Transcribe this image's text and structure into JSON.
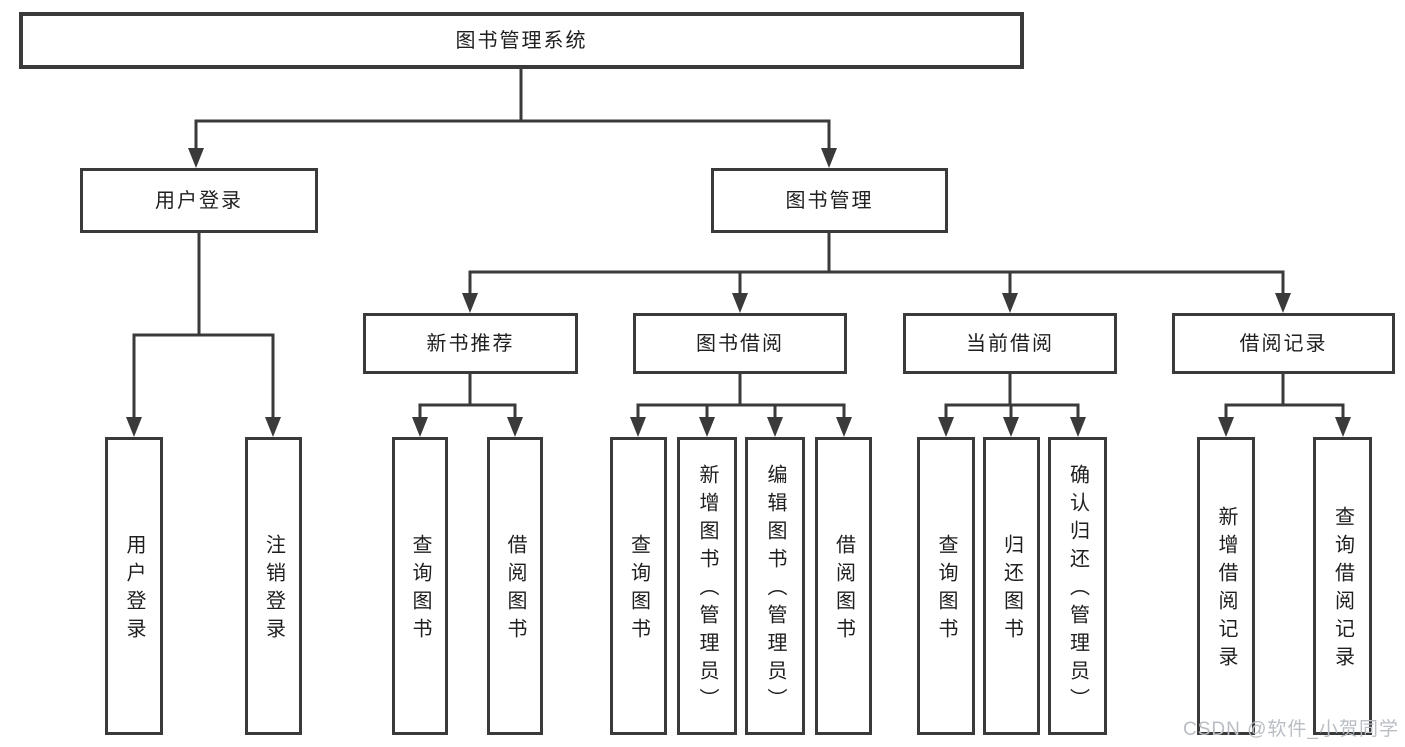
{
  "diagram": {
    "title": "图书管理系统",
    "tree": {
      "label": "图书管理系统",
      "children": [
        {
          "label": "用户登录",
          "children": [
            {
              "label": "用户登录"
            },
            {
              "label": "注销登录"
            }
          ]
        },
        {
          "label": "图书管理",
          "children": [
            {
              "label": "新书推荐",
              "children": [
                {
                  "label": "查询图书"
                },
                {
                  "label": "借阅图书"
                }
              ]
            },
            {
              "label": "图书借阅",
              "children": [
                {
                  "label": "查询图书"
                },
                {
                  "label": "新增图书（管理员）"
                },
                {
                  "label": "编辑图书（管理员）"
                },
                {
                  "label": "借阅图书"
                }
              ]
            },
            {
              "label": "当前借阅",
              "children": [
                {
                  "label": "查询图书"
                },
                {
                  "label": "归还图书"
                },
                {
                  "label": "确认归还（管理员）"
                }
              ]
            },
            {
              "label": "借阅记录",
              "children": [
                {
                  "label": "新增借阅记录"
                },
                {
                  "label": "查询借阅记录"
                }
              ]
            }
          ]
        }
      ]
    },
    "colors": {
      "line": "#3a3a3a",
      "text": "#1f1f1f",
      "background": "#ffffff",
      "watermark": "#b9bdc4"
    }
  },
  "watermark": {
    "text": "CSDN @软件_小贺同学"
  }
}
